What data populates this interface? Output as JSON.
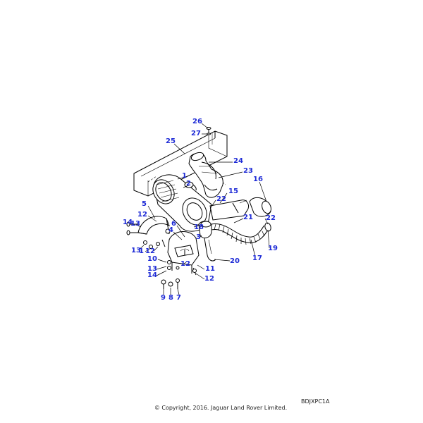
{
  "diagram": {
    "reference_code": "BDJXPC1A",
    "copyright": "© Copyright, 2016. Jaguar Land Rover Limited.",
    "line_color": "#000000",
    "callout_color": "#1e2bd6",
    "callouts": [
      {
        "id": "c26",
        "label": "26"
      },
      {
        "id": "c27",
        "label": "27"
      },
      {
        "id": "c25",
        "label": "25"
      },
      {
        "id": "c24",
        "label": "24"
      },
      {
        "id": "c23",
        "label": "23"
      },
      {
        "id": "c1",
        "label": "1"
      },
      {
        "id": "c2",
        "label": "2"
      },
      {
        "id": "c16",
        "label": "16"
      },
      {
        "id": "c15",
        "label": "15"
      },
      {
        "id": "c22a",
        "label": "22"
      },
      {
        "id": "c22b",
        "label": "22"
      },
      {
        "id": "c5",
        "label": "5"
      },
      {
        "id": "c12a",
        "label": "12"
      },
      {
        "id": "c14a",
        "label": "14"
      },
      {
        "id": "c13a",
        "label": "13"
      },
      {
        "id": "c6",
        "label": "6"
      },
      {
        "id": "c4",
        "label": "4"
      },
      {
        "id": "c18",
        "label": "18"
      },
      {
        "id": "c21",
        "label": "21"
      },
      {
        "id": "c3",
        "label": "3"
      },
      {
        "id": "c19",
        "label": "19"
      },
      {
        "id": "c13b",
        "label": "13"
      },
      {
        "id": "c1b",
        "label": "1"
      },
      {
        "id": "c12b",
        "label": "12"
      },
      {
        "id": "c10",
        "label": "10"
      },
      {
        "id": "c12c",
        "label": "12"
      },
      {
        "id": "c17",
        "label": "17"
      },
      {
        "id": "c20",
        "label": "20"
      },
      {
        "id": "c11",
        "label": "11"
      },
      {
        "id": "c13c",
        "label": "13"
      },
      {
        "id": "c14b",
        "label": "14"
      },
      {
        "id": "c12d",
        "label": "12"
      },
      {
        "id": "c9",
        "label": "9"
      },
      {
        "id": "c8",
        "label": "8"
      },
      {
        "id": "c7",
        "label": "7"
      }
    ]
  }
}
